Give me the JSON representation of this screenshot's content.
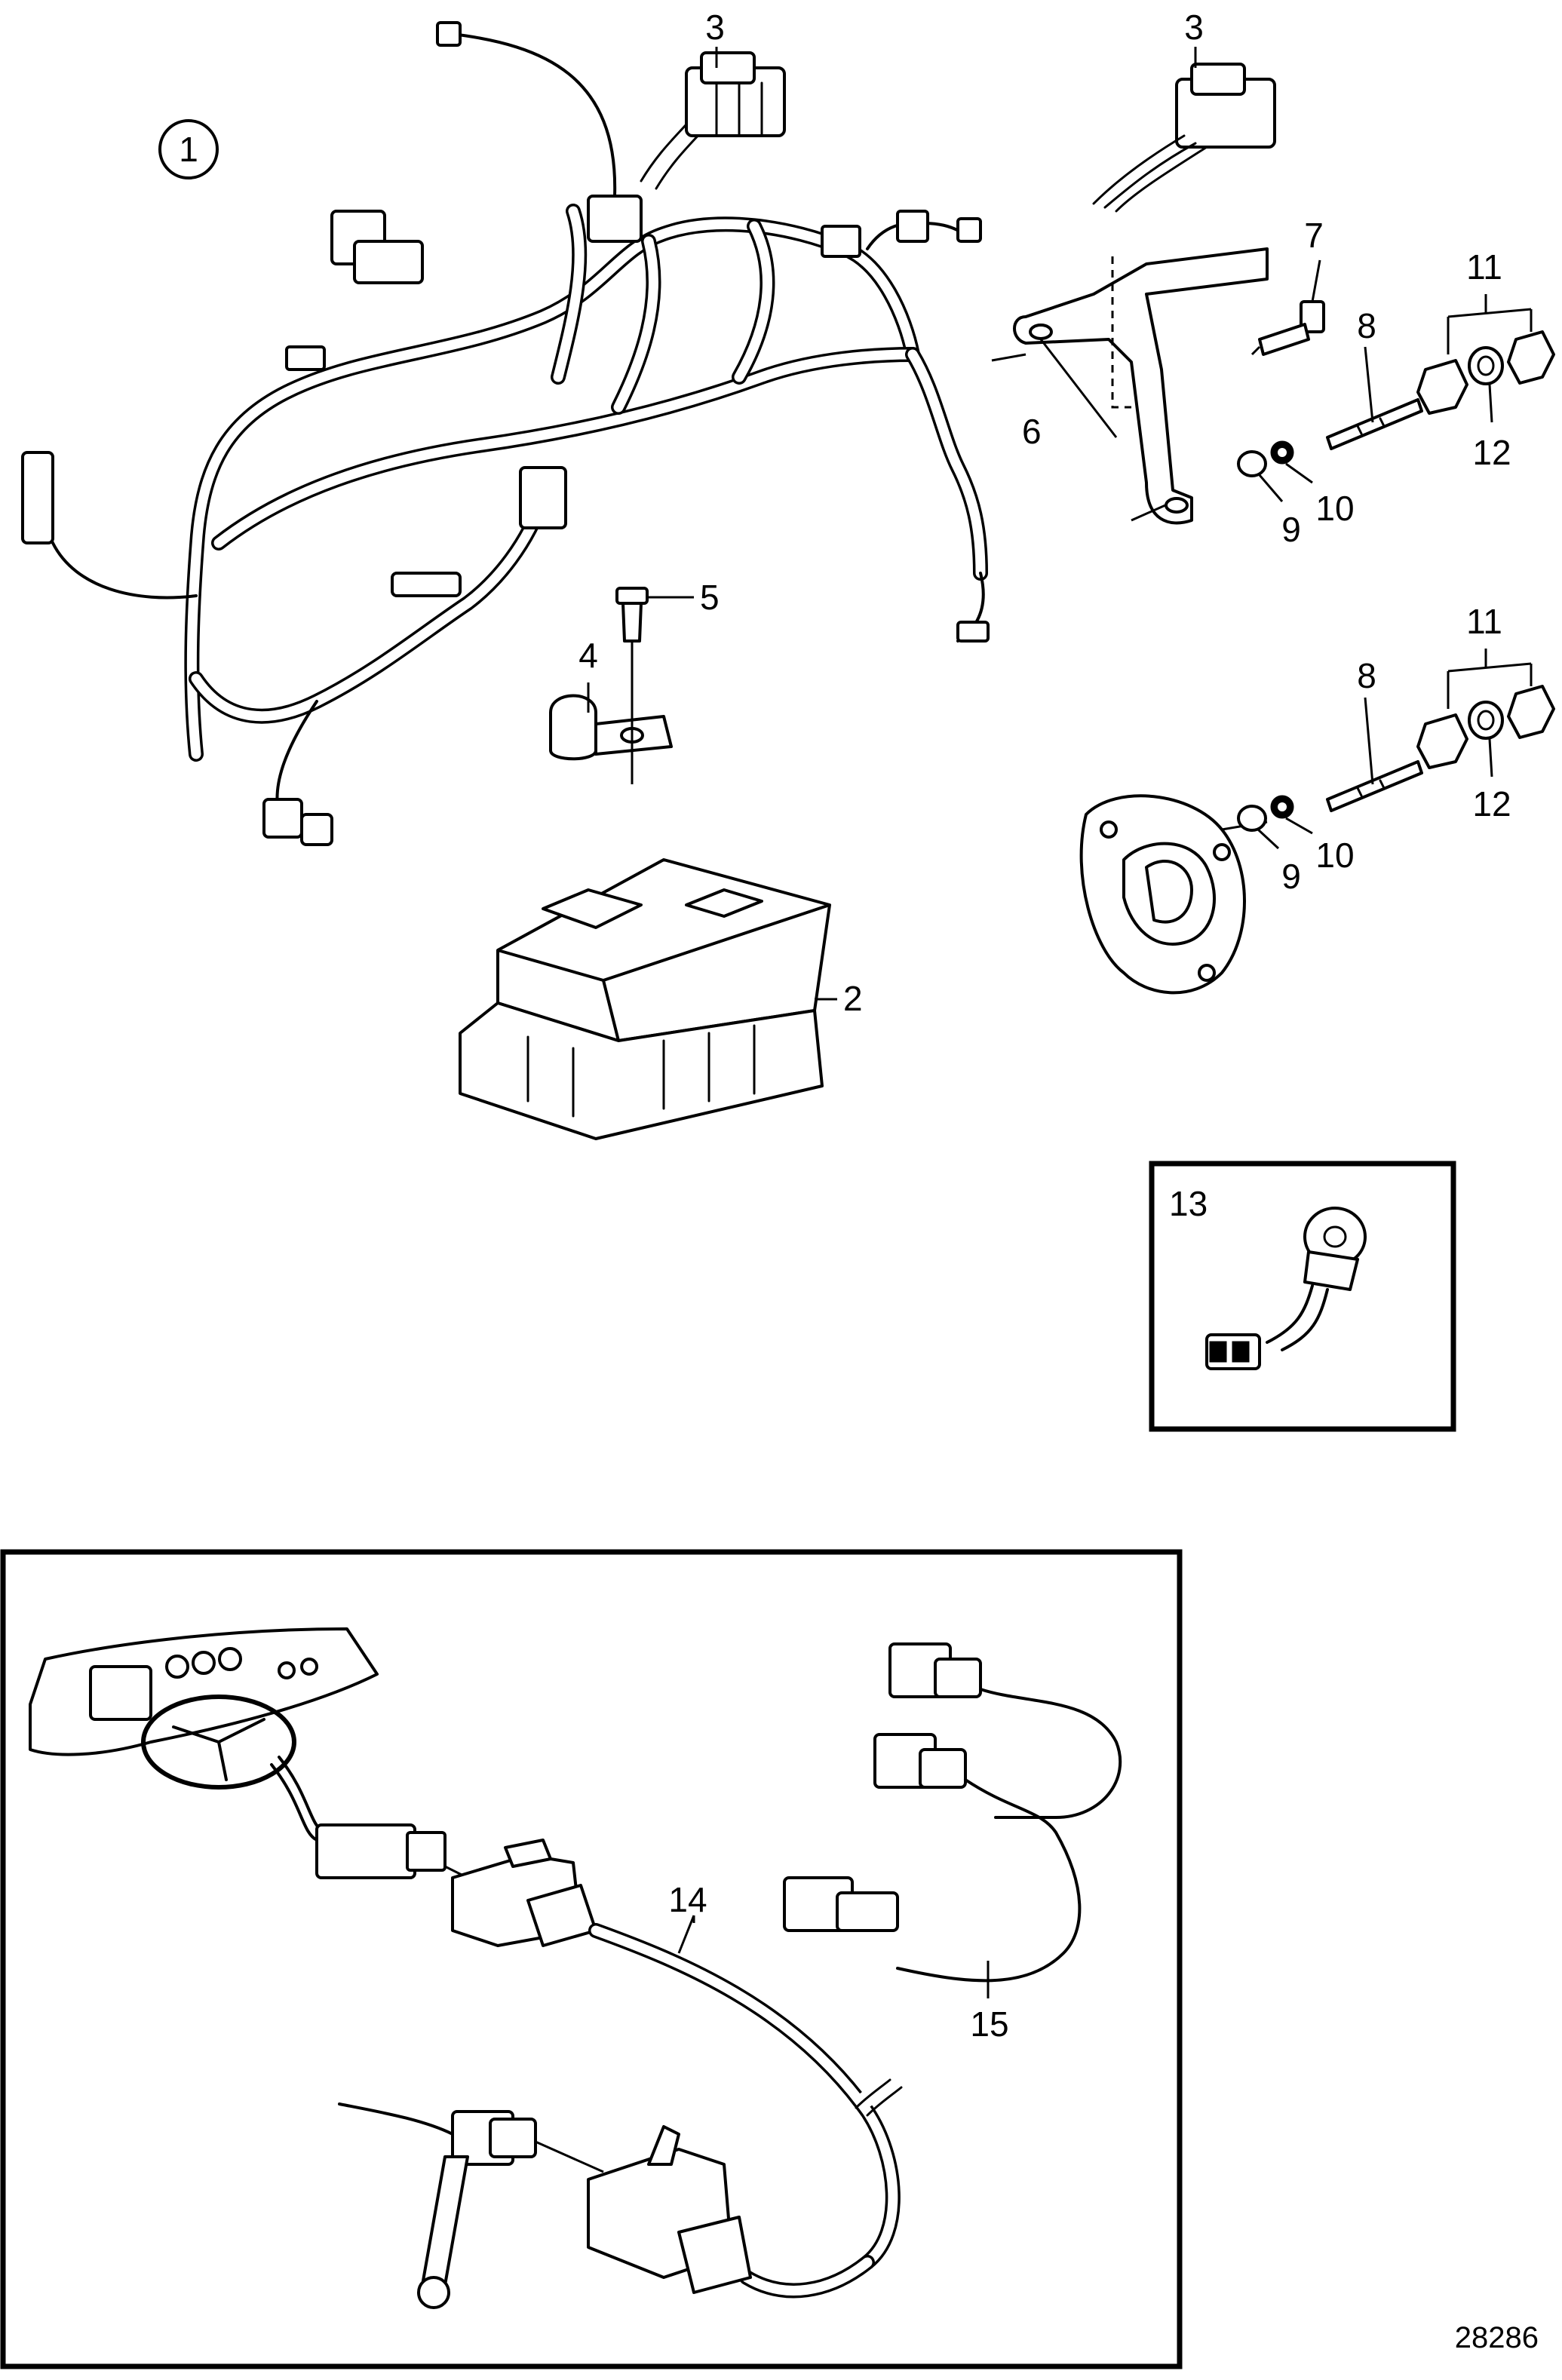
{
  "callouts": {
    "c1": "1",
    "c2": "2",
    "c3a": "3",
    "c3b": "3",
    "c4": "4",
    "c5": "5",
    "c6": "6",
    "c7": "7",
    "c8a": "8",
    "c8b": "8",
    "c9a": "9",
    "c9b": "9",
    "c10a": "10",
    "c10b": "10",
    "c11a": "11",
    "c11b": "11",
    "c12a": "12",
    "c12b": "12",
    "c13": "13",
    "c14": "14",
    "c15": "15"
  },
  "figure_number": "28286"
}
